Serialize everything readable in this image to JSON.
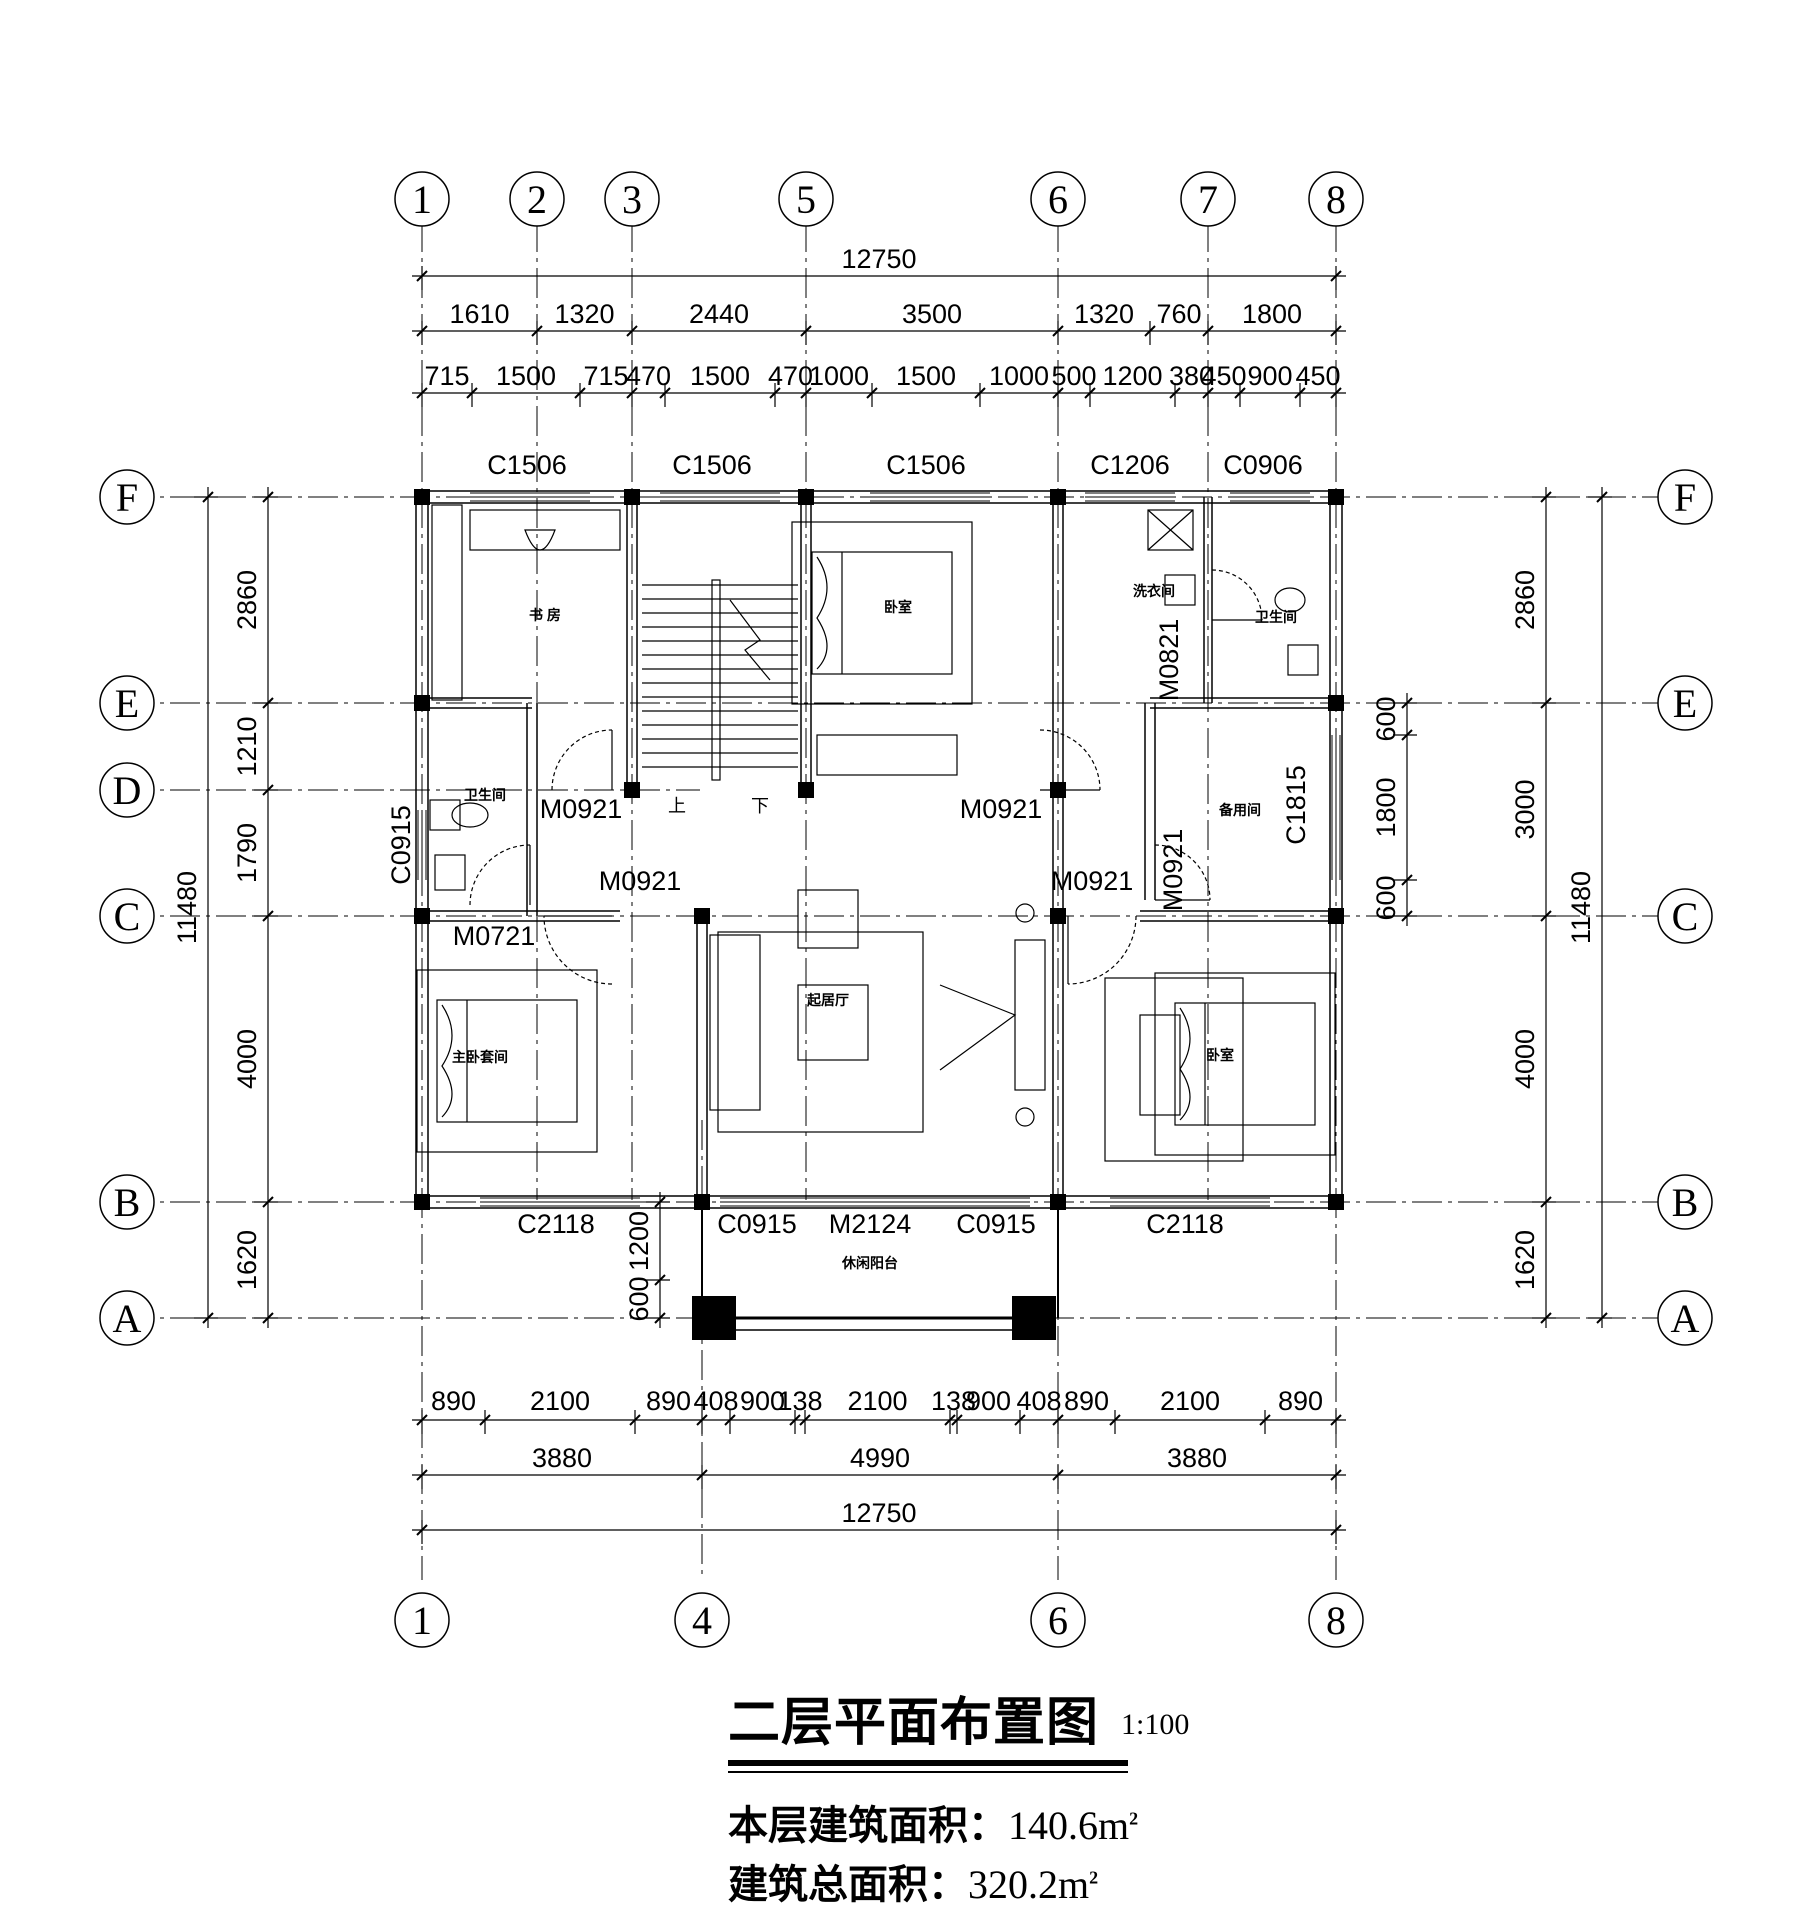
{
  "axes": {
    "top": [
      "1",
      "2",
      "3",
      "5",
      "6",
      "7",
      "8"
    ],
    "bottom": [
      "1",
      "4",
      "6",
      "8"
    ],
    "left": [
      "F",
      "E",
      "D",
      "C",
      "B",
      "A"
    ],
    "right": [
      "F",
      "E",
      "C",
      "B",
      "A"
    ]
  },
  "dimensions": {
    "top_total": "12750",
    "top_row1": [
      "1610",
      "1320",
      "2440",
      "3500",
      "1320",
      "760",
      "1800"
    ],
    "top_row2": [
      "715",
      "1500",
      "715",
      "470",
      "1500",
      "470",
      "1000",
      "1500",
      "1000",
      "500",
      "1200",
      "380",
      "450",
      "900",
      "450"
    ],
    "bottom_row1": [
      "890",
      "2100",
      "890",
      "408",
      "900",
      "138",
      "2100",
      "138",
      "900",
      "408",
      "890",
      "2100",
      "890"
    ],
    "bottom_row2": [
      "3880",
      "4990",
      "3880"
    ],
    "bottom_total": "12750",
    "left_outer": [
      "2860",
      "1210",
      "1790",
      "4000",
      "1620"
    ],
    "left_total": "11480",
    "right_outer": [
      "2860",
      "3000",
      "4000",
      "1620"
    ],
    "right_total": "11480",
    "right_inner": [
      "600",
      "1800",
      "600"
    ],
    "balcony": [
      "1200",
      "600"
    ]
  },
  "windows": [
    "C1506",
    "C1506",
    "C1506",
    "C1206",
    "C0906",
    "C2118",
    "C0915",
    "C0915",
    "C2118",
    "C0915",
    "C1815"
  ],
  "doors": [
    "M0921",
    "M0921",
    "M0921",
    "M0921",
    "M0721",
    "M0921",
    "M0821",
    "M2124"
  ],
  "rooms": {
    "study": "书 房",
    "bedroom_north": "卧室",
    "laundry": "洗衣间",
    "bath_ne": "卫生间",
    "bath_w": "卫生间",
    "spare": "备用间",
    "living": "起居厅",
    "master": "主卧套间",
    "bedroom_se": "卧室",
    "balcony": "休闲阳台"
  },
  "stairs": {
    "up": "上",
    "down": "下"
  },
  "title": {
    "main": "二层平面布置图",
    "scale": "1:100",
    "floor_area_label": "本层建筑面积：",
    "floor_area_value": "140.6m",
    "total_area_label": "建筑总面积：",
    "total_area_value": "320.2m",
    "sq": "2"
  }
}
